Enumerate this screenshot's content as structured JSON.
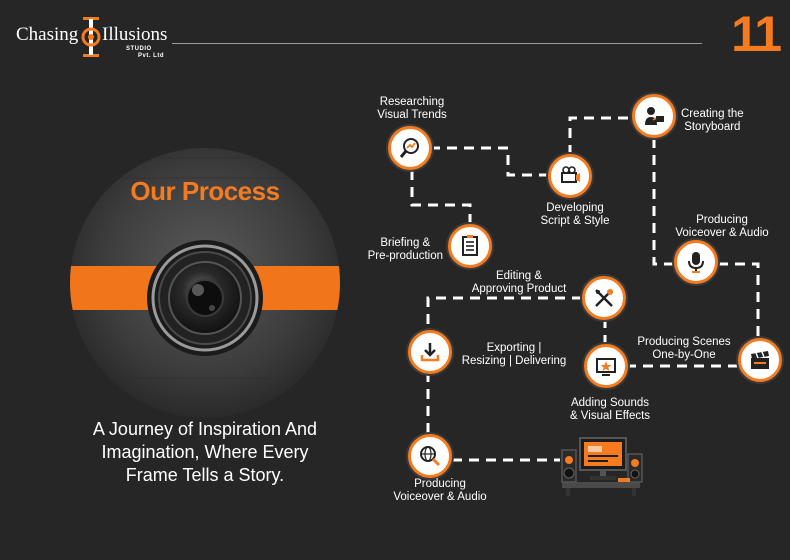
{
  "brand": {
    "name_part1": "Chasing",
    "name_part2": "Illusions",
    "sub_line1": "STUDIO",
    "sub_line2": "Pvt. Ltd"
  },
  "page_number": "11",
  "section_title": "Our Process",
  "tagline": {
    "line1": "A Journey of Inspiration And",
    "line2": "Imagination, Where Every",
    "line3": "Frame Tells a Story."
  },
  "colors": {
    "accent": "#f47b20",
    "background": "#262626",
    "text": "#ffffff"
  },
  "steps": [
    {
      "id": "researching",
      "line1": "Researching",
      "line2": "Visual Trends",
      "icon": "magnifier-chart-icon"
    },
    {
      "id": "developing",
      "line1": "Developing",
      "line2": "Script & Style",
      "icon": "projector-icon"
    },
    {
      "id": "storyboard",
      "line1": "Creating the",
      "line2": "Storyboard",
      "icon": "presenter-board-icon"
    },
    {
      "id": "briefing",
      "line1": "Briefing &",
      "line2": "Pre-production",
      "icon": "checklist-icon"
    },
    {
      "id": "voiceover-top",
      "line1": "Producing",
      "line2": "Voiceover & Audio",
      "icon": "microphone-icon"
    },
    {
      "id": "editing",
      "line1": "Editing &",
      "line2": "Approving Product",
      "icon": "edit-tools-icon"
    },
    {
      "id": "scenes",
      "line1": "Producing Scenes",
      "line2": "One-by-One",
      "icon": "clapperboard-icon"
    },
    {
      "id": "exporting",
      "line1": "Exporting |",
      "line2": "Resizing | Delivering",
      "icon": "download-icon"
    },
    {
      "id": "effects",
      "line1": "Adding Sounds",
      "line2": "& Visual Effects",
      "icon": "star-screen-icon"
    },
    {
      "id": "voiceover-bottom",
      "line1": "Producing",
      "line2": "Voiceover & Audio",
      "icon": "search-globe-icon"
    }
  ]
}
